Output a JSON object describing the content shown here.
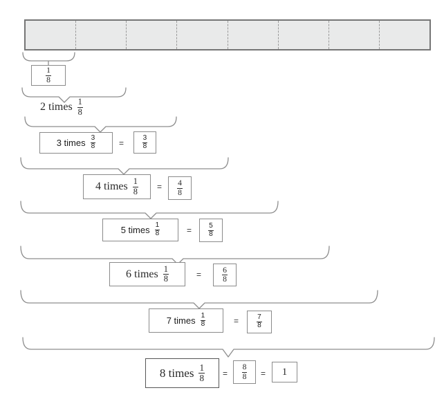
{
  "diagram": {
    "title_meaning": "tape diagram of one whole split into eighths",
    "bar": {
      "segment_count": 8
    },
    "colors": {
      "bar_fill": "#e9eaea",
      "bar_border": "#757575",
      "divider": "#9a9a9a",
      "brace": "#8d8d8d",
      "box_border": "#8a8a8a",
      "text": "#1f1f1f"
    },
    "rows": [
      {
        "name": "1-eighth",
        "result_num": "1",
        "result_den": "8"
      },
      {
        "name": "2-eighths",
        "times_text": "2 times",
        "frac_num": "1",
        "frac_den": "8"
      },
      {
        "name": "3-eighths",
        "times_text": "3 times",
        "frac_num": "3",
        "frac_den": "8",
        "equals": "=",
        "result_num": "3",
        "result_den": "8"
      },
      {
        "name": "4-eighths",
        "times_text": "4 times",
        "frac_num": "1",
        "frac_den": "8",
        "equals": "=",
        "result_num": "4",
        "result_den": "8"
      },
      {
        "name": "5-eighths",
        "times_text": "5 times",
        "frac_num": "1",
        "frac_den": "8",
        "equals": "=",
        "result_num": "5",
        "result_den": "8"
      },
      {
        "name": "6-eighths",
        "times_text": "6 times",
        "frac_num": "1",
        "frac_den": "8",
        "equals": "=",
        "result_num": "6",
        "result_den": "8"
      },
      {
        "name": "7-eighths",
        "times_text": "7 times",
        "frac_num": "1",
        "frac_den": "8",
        "equals": "=",
        "result_num": "7",
        "result_den": "8"
      },
      {
        "name": "8-eighths",
        "times_text": "8 times",
        "frac_num": "1",
        "frac_den": "8",
        "equals": "=",
        "result_num": "8",
        "result_den": "8",
        "equals2": "=",
        "final_value": "1"
      }
    ]
  }
}
